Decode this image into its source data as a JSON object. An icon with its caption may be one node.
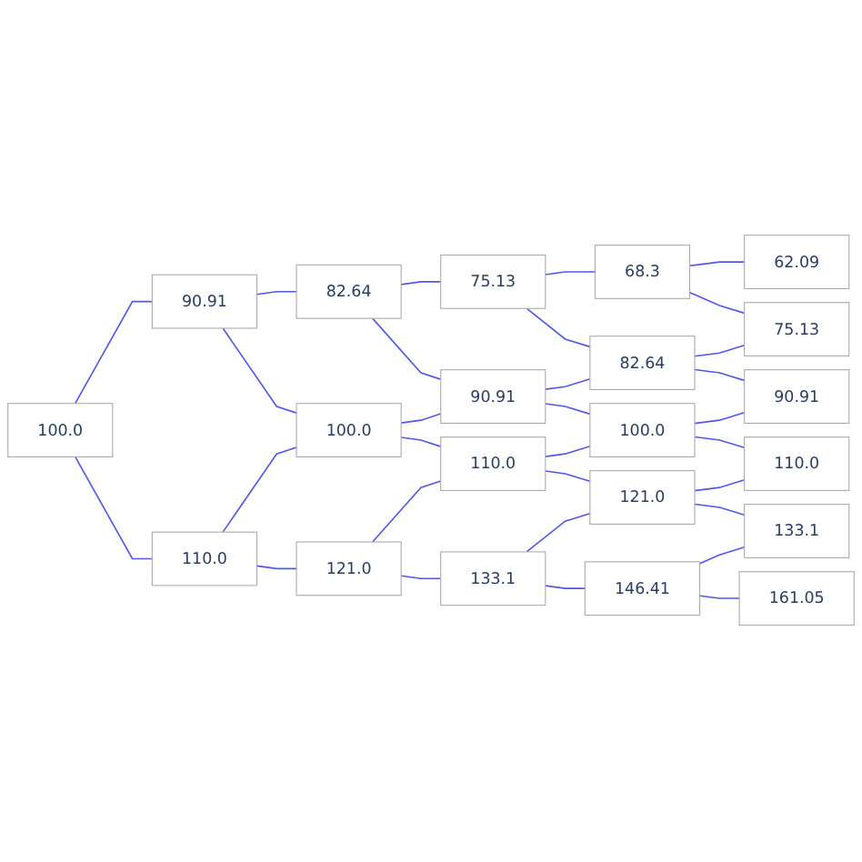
{
  "diagram": {
    "nodes": [
      {
        "text": [
          "100.0"
        ]
      },
      {
        "text": [
          "90.91"
        ]
      },
      {
        "text": [
          "110.0"
        ]
      },
      {
        "text": [
          "82.64"
        ]
      },
      {
        "text": [
          "100.0"
        ]
      },
      {
        "text": [
          "121.0"
        ]
      },
      {
        "text": [
          "75.13"
        ]
      },
      {
        "text": [
          "90.91"
        ]
      },
      {
        "text": [
          "110.0"
        ]
      },
      {
        "text": [
          "133.1"
        ]
      },
      {
        "text": [
          "68.3"
        ]
      },
      {
        "text": [
          "82.64"
        ]
      },
      {
        "text": [
          "100.0"
        ]
      },
      {
        "text": [
          "121.0"
        ]
      },
      {
        "text": [
          "146.41"
        ]
      },
      {
        "text": [
          "62.09"
        ]
      },
      {
        "text": [
          "75.13"
        ]
      },
      {
        "text": [
          "90.91"
        ]
      },
      {
        "text": [
          "110.0"
        ]
      },
      {
        "text": [
          "133.1"
        ]
      },
      {
        "text": [
          "161.05"
        ]
      }
    ],
    "edges": [
      {
        "from": 0,
        "to": 1,
        "arrow": "none"
      },
      {
        "from": 0,
        "to": 2,
        "arrow": "none"
      },
      {
        "from": 1,
        "to": 3,
        "arrow": "none"
      },
      {
        "from": 1,
        "to": 4,
        "arrow": "none"
      },
      {
        "from": 2,
        "to": 4,
        "arrow": "none"
      },
      {
        "from": 2,
        "to": 5,
        "arrow": "none"
      },
      {
        "from": 3,
        "to": 6,
        "arrow": "none"
      },
      {
        "from": 3,
        "to": 7,
        "arrow": "none"
      },
      {
        "from": 4,
        "to": 7,
        "arrow": "none"
      },
      {
        "from": 4,
        "to": 8,
        "arrow": "none"
      },
      {
        "from": 5,
        "to": 8,
        "arrow": "none"
      },
      {
        "from": 5,
        "to": 9,
        "arrow": "none"
      },
      {
        "from": 6,
        "to": 10,
        "arrow": "none"
      },
      {
        "from": 6,
        "to": 11,
        "arrow": "none"
      },
      {
        "from": 7,
        "to": 11,
        "arrow": "none"
      },
      {
        "from": 7,
        "to": 12,
        "arrow": "none"
      },
      {
        "from": 8,
        "to": 12,
        "arrow": "none"
      },
      {
        "from": 8,
        "to": 13,
        "arrow": "none"
      },
      {
        "from": 9,
        "to": 13,
        "arrow": "none"
      },
      {
        "from": 9,
        "to": 14,
        "arrow": "none"
      },
      {
        "from": 10,
        "to": 15,
        "arrow": "none"
      },
      {
        "from": 10,
        "to": 16,
        "arrow": "none"
      },
      {
        "from": 11,
        "to": 16,
        "arrow": "none"
      },
      {
        "from": 11,
        "to": 17,
        "arrow": "none"
      },
      {
        "from": 12,
        "to": 17,
        "arrow": "none"
      },
      {
        "from": 12,
        "to": 18,
        "arrow": "none"
      },
      {
        "from": 13,
        "to": 18,
        "arrow": "none"
      },
      {
        "from": 13,
        "to": 19,
        "arrow": "none"
      },
      {
        "from": 14,
        "to": 19,
        "arrow": "none"
      },
      {
        "from": 14,
        "to": 20,
        "arrow": "none"
      }
    ]
  }
}
